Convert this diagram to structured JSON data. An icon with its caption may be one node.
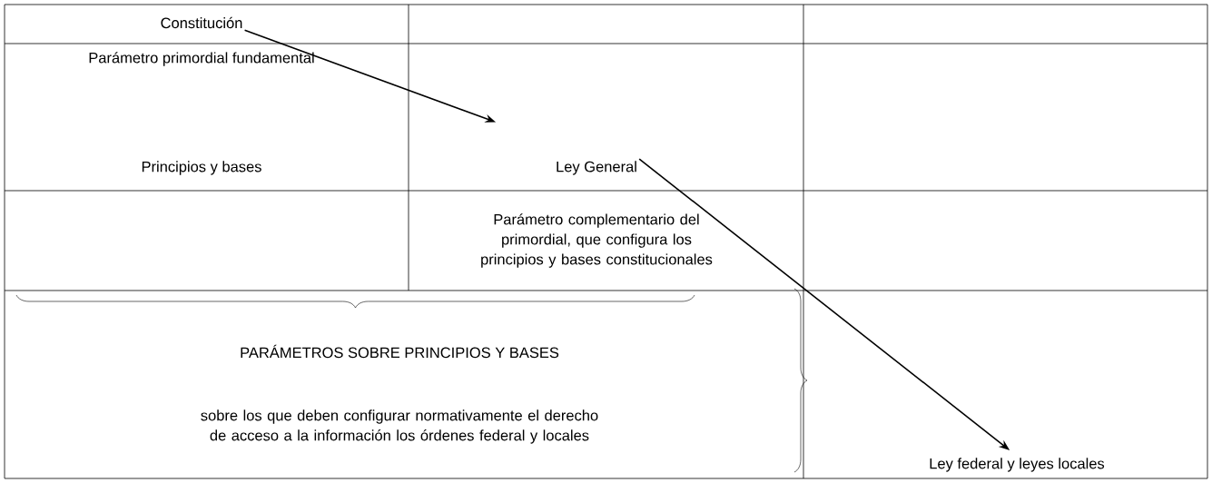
{
  "diagram": {
    "nodes": [
      {
        "text": [
          "Constitución"
        ]
      },
      {
        "text": [
          "Ley General"
        ]
      },
      {
        "text": [
          "Ley federal y leyes locales"
        ]
      }
    ],
    "edges": [
      {
        "from": 0,
        "to": 1,
        "arrow": "to"
      },
      {
        "from": 1,
        "to": 2,
        "arrow": "to"
      }
    ],
    "labels": [
      "Parámetro primordial fundamental",
      "Principios y bases",
      "Parámetro complementario del primordial, que configura los principios y bases constitucionales",
      "PARÁMETROS SOBRE PRINCIPIOS Y BASES",
      "sobre los que deben configurar normativamente el derecho de acceso a la información los órdenes federal y locales"
    ]
  }
}
